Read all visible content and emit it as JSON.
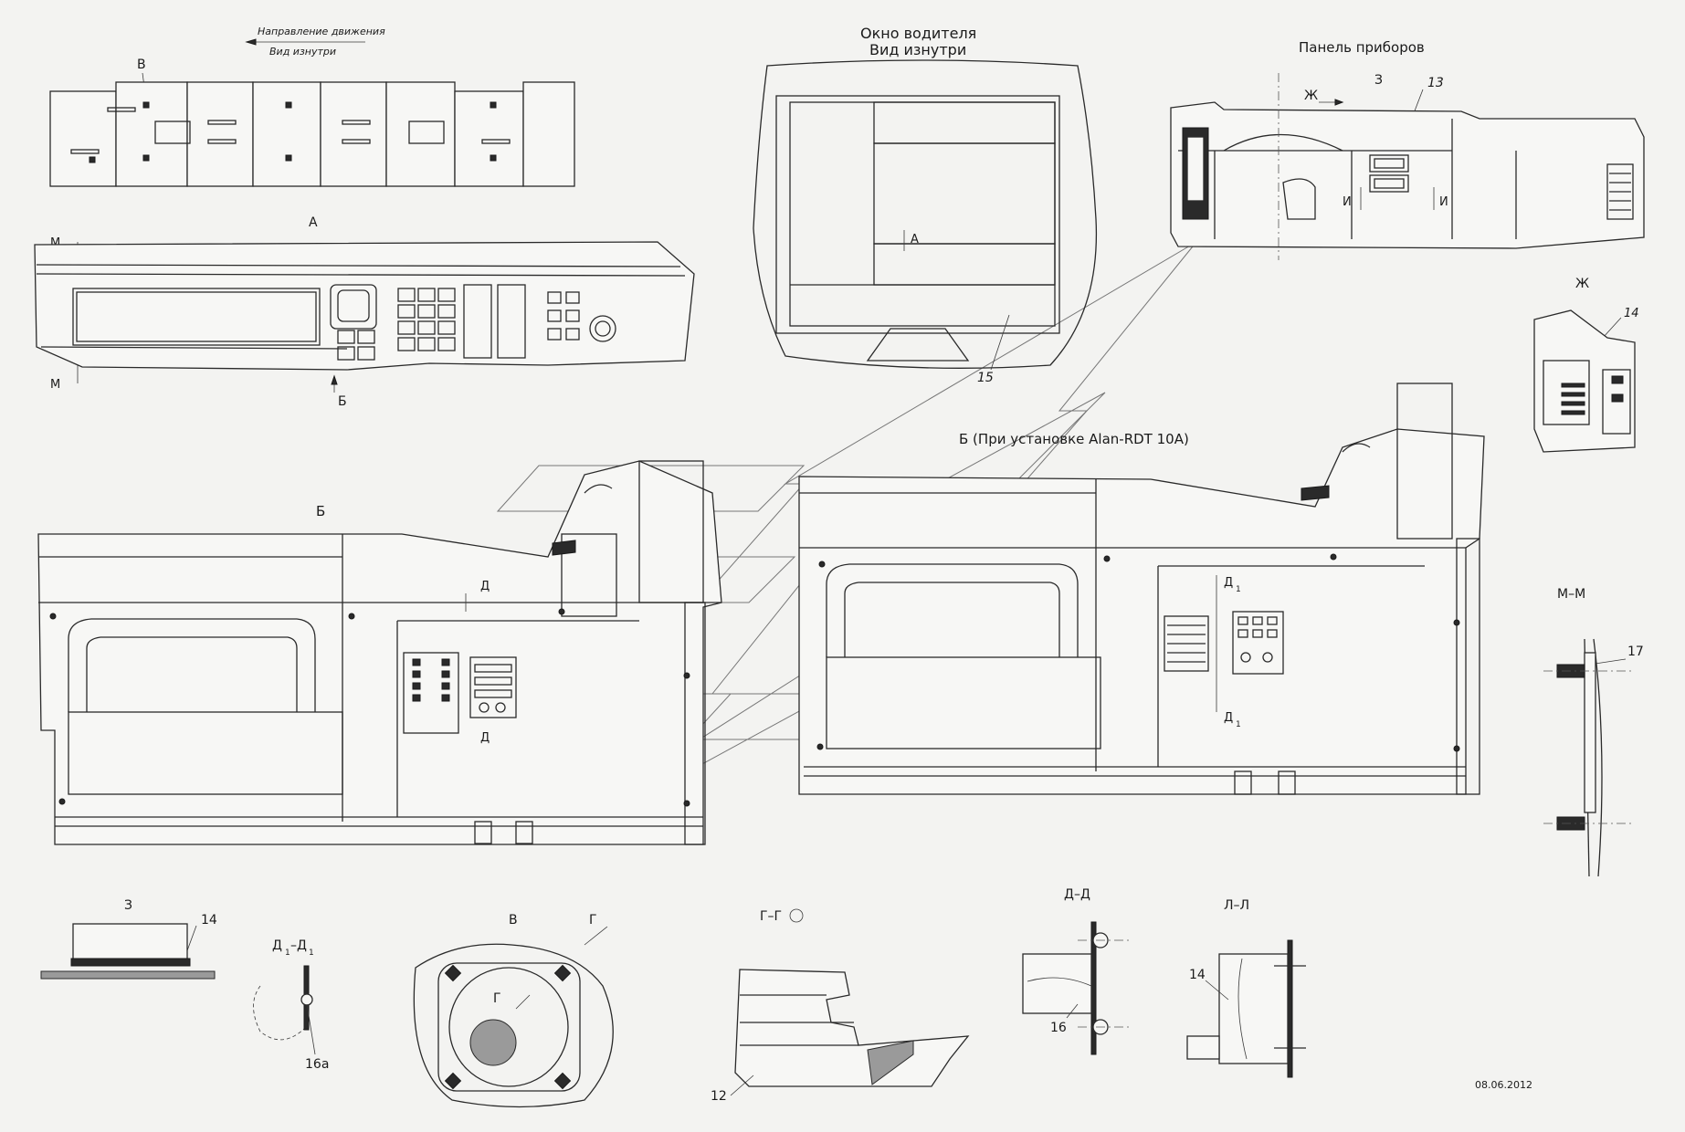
{
  "labels": {
    "direction_line1": "Направление движения",
    "direction_line2": "Вид изнутри",
    "view_v_top": "В",
    "view_a": "А",
    "section_m_top": "М",
    "section_m_bottom": "М",
    "arrow_b_top": "Б",
    "driver_window_line1": "Окно водителя",
    "driver_window_line2": "Вид изнутри",
    "arrow_a_window": "А",
    "callout_15": "15",
    "instrument_panel": "Панель приборов",
    "arrow_zh": "Ж",
    "arrow_z": "З",
    "callout_13": "13",
    "arrow_i_left": "И",
    "arrow_i_right": "И",
    "view_zh": "Ж",
    "callout_14_zh": "14",
    "view_b_alan": "Б (При установке Alan-RDT 10A)",
    "view_b": "Б",
    "arrow_d_top": "Д",
    "arrow_d_bottom": "Д",
    "arrow_d1_top": "Д",
    "arrow_d1_bottom": "Д",
    "subscript_1": "1",
    "section_mm": "М–М",
    "callout_17": "17",
    "view_z": "З",
    "callout_14_z": "14",
    "section_d1d1": "Д",
    "section_d1d1_rest": "–Д",
    "callout_16a": "16а",
    "view_v": "В",
    "arrow_g": "Г",
    "arrow_g_inner": "Г",
    "section_gg": "Г–Г",
    "callout_12": "12",
    "section_dd": "Д–Д",
    "callout_16": "16",
    "section_ll": "Л–Л",
    "callout_14_ll": "14",
    "date": "08.06.2012"
  }
}
